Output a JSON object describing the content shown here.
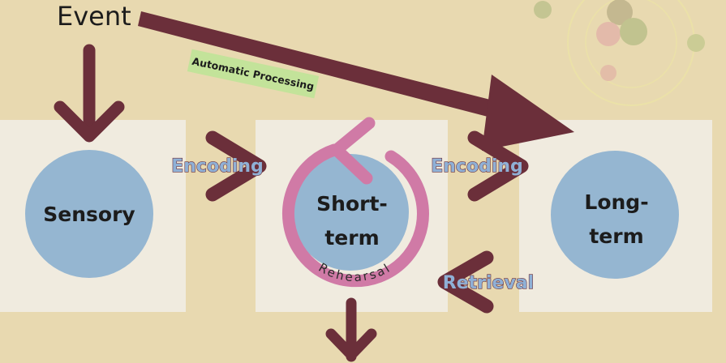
{
  "event_label": "Event",
  "nodes": {
    "sensory": "Sensory",
    "short_term_line1": "Short-",
    "short_term_line2": "term",
    "long_term_line1": "Long-",
    "long_term_line2": "term"
  },
  "flows": {
    "encoding_1": "Encoding",
    "encoding_2": "Encoding",
    "retrieval": "Retrieval",
    "automatic_processing": "Automatic Processing",
    "rehearsal": "Rehearsal"
  },
  "colors": {
    "background": "#e8d9b0",
    "box": "#f0ebdf",
    "circle": "#95b6d1",
    "arrow": "#6b2f3a",
    "rehearsal_loop": "#d07aa6",
    "auto_tag": "#c3e39a",
    "flow_text": "#8fb0d6"
  }
}
